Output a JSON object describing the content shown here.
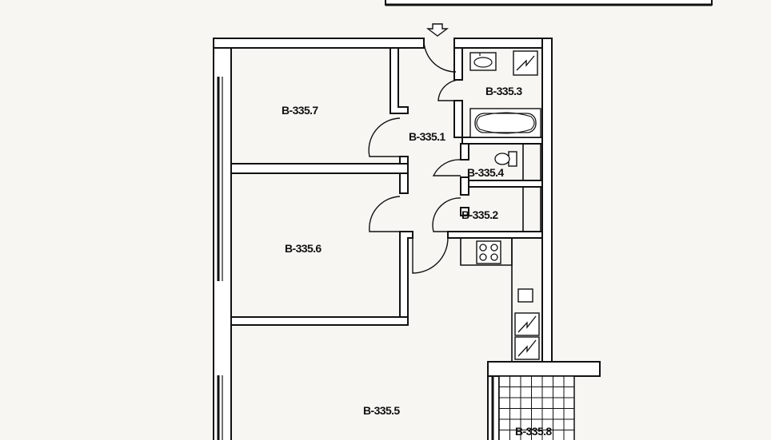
{
  "rooms": {
    "r1": "B-335.1",
    "r2": "B-335.2",
    "r3": "B-335.3",
    "r4": "B-335.4",
    "r5": "B-335.5",
    "r6": "B-335.6",
    "r7": "B-335.7",
    "r8": "B-335.8"
  },
  "title_block_text": "",
  "colors": {
    "line": "#111111",
    "background": "#f7f6f2"
  },
  "icons": [
    "entrance-arrow-icon",
    "sink-icon",
    "bathtub-icon",
    "toilet-icon",
    "stove-icon",
    "electric-panel-icon"
  ]
}
